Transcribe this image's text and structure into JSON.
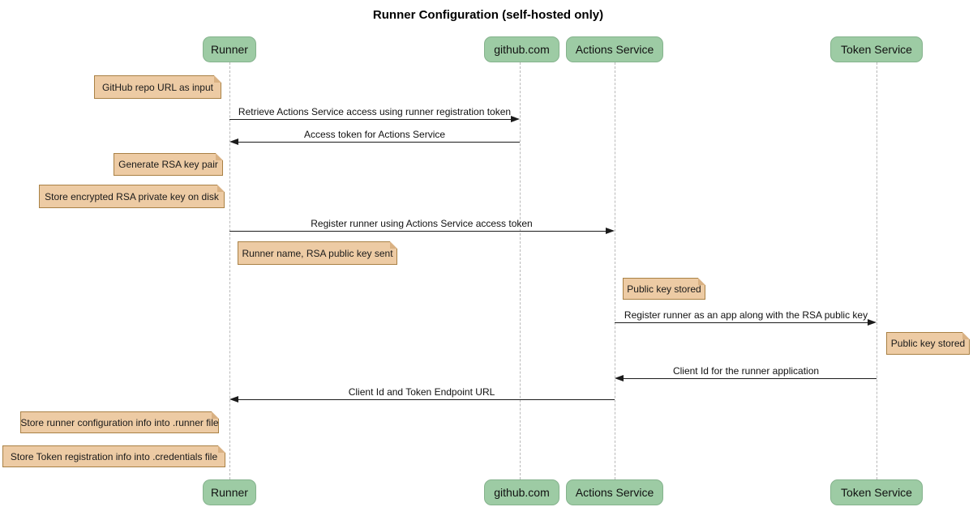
{
  "title": "Runner Configuration (self-hosted only)",
  "participants": [
    {
      "label": "Runner"
    },
    {
      "label": "github.com"
    },
    {
      "label": "Actions Service"
    },
    {
      "label": "Token Service"
    }
  ],
  "messages": [
    {
      "from": "Runner",
      "to": "github.com",
      "direction": "right",
      "text": "Retrieve Actions Service access using runner registration token"
    },
    {
      "from": "github.com",
      "to": "Runner",
      "direction": "left",
      "text": "Access token for Actions Service"
    },
    {
      "from": "Runner",
      "to": "Actions Service",
      "direction": "right",
      "text": "Register runner using Actions Service access token"
    },
    {
      "from": "Actions Service",
      "to": "Token Service",
      "direction": "right",
      "text": "Register runner as an app along with the RSA public key"
    },
    {
      "from": "Token Service",
      "to": "Actions Service",
      "direction": "left",
      "text": "Client Id for the runner application"
    },
    {
      "from": "Actions Service",
      "to": "Runner",
      "direction": "left",
      "text": "Client Id and Token Endpoint URL"
    }
  ],
  "notes": [
    {
      "anchor": "left of Runner",
      "text": "GitHub repo URL as input"
    },
    {
      "anchor": "left of Runner",
      "text": "Generate RSA key pair"
    },
    {
      "anchor": "left of Runner",
      "text": "Store encrypted RSA private key on disk"
    },
    {
      "anchor": "right of Runner",
      "text": "Runner name, RSA public key sent"
    },
    {
      "anchor": "right of Actions Service",
      "text": "Public key stored"
    },
    {
      "anchor": "right of Token Service",
      "text": "Public key stored"
    },
    {
      "anchor": "left of Runner",
      "text": "Store runner configuration info into .runner file"
    },
    {
      "anchor": "left of Runner",
      "text": "Store Token registration info into .credentials file"
    }
  ],
  "colors": {
    "background": "#FFFFFF",
    "actor_fill": "#9DCBA4",
    "actor_border": "#84B28C",
    "note_fill": "#EDCBA4",
    "note_border": "#A98145",
    "note_fold": "#D9B183",
    "lifeline": "#B9B9B9",
    "arrow": "#1B1B1B",
    "text": "#111111"
  }
}
